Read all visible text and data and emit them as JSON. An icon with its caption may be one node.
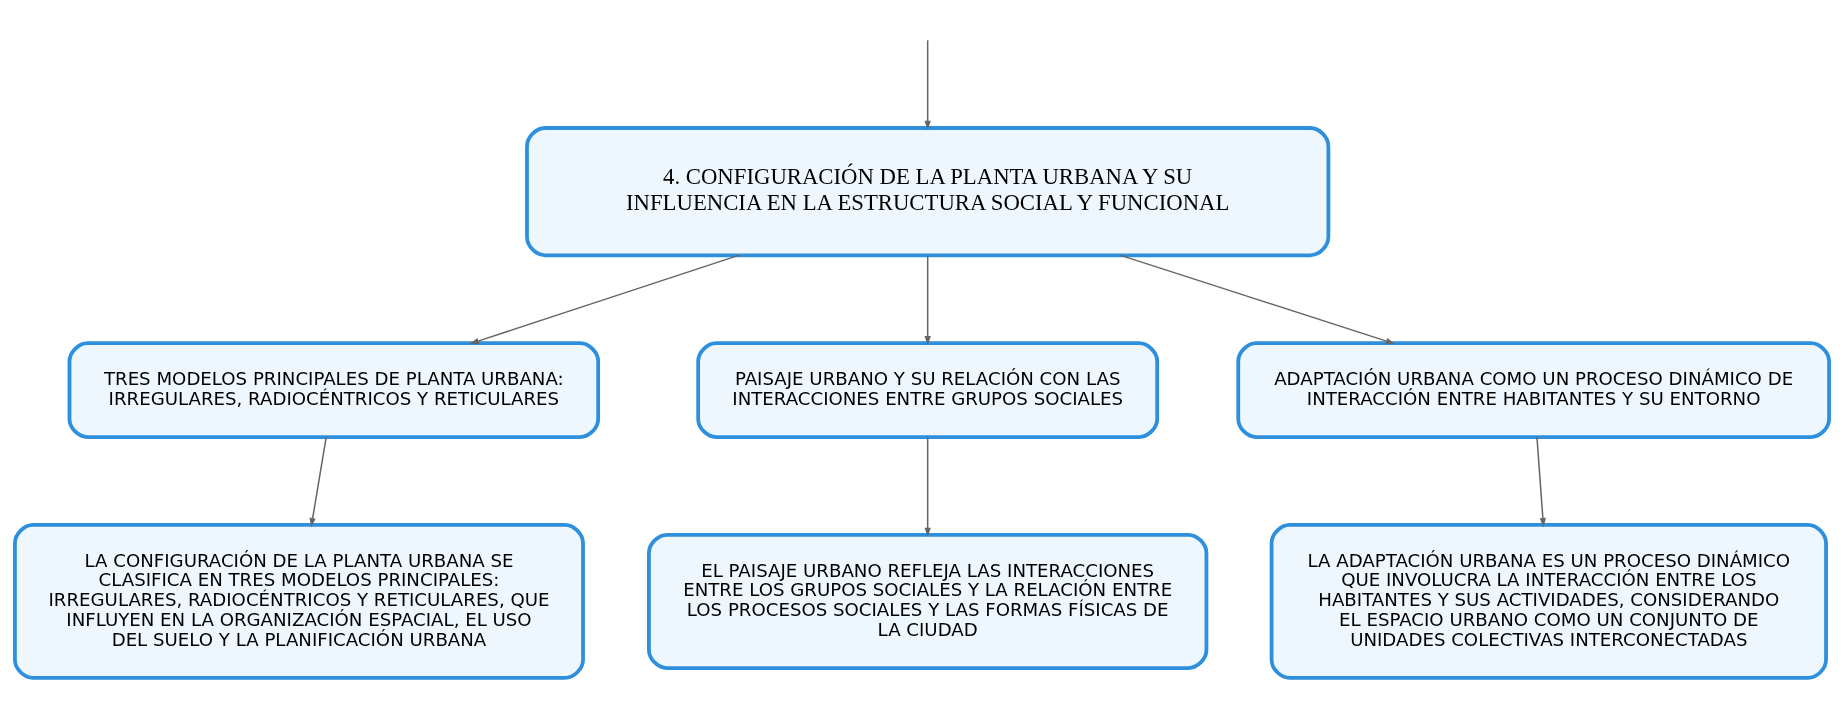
{
  "diagram": {
    "nodes": [
      {
        "text": [
          "4. CONFIGURACIÓN DE LA PLANTA URBANA Y SU INFLUENCIA EN LA ESTRUCTURA SOCIAL Y FUNCIONAL"
        ]
      },
      {
        "text": [
          "TRES MODELOS PRINCIPALES DE PLANTA URBANA: IRREGULARES, RADIOCÉNTRICOS Y RETICULARES"
        ]
      },
      {
        "text": [
          "PAISAJE URBANO Y SU RELACIÓN CON LAS INTERACCIONES ENTRE GRUPOS SOCIALES"
        ]
      },
      {
        "text": [
          "ADAPTACIÓN URBANA COMO UN PROCESO DINÁMICO DE INTERACCIÓN ENTRE HABITANTES Y SU ENTORNO"
        ]
      },
      {
        "text": [
          "LA CONFIGURACIÓN DE LA PLANTA URBANA SE CLASIFICA EN TRES MODELOS PRINCIPALES: IRREGULARES, RADIOCÉNTRICOS Y RETICULARES, QUE INFLUYEN EN LA ORGANIZACIÓN ESPACIAL, EL USO DEL SUELO Y LA PLANIFICACIÓN URBANA"
        ]
      },
      {
        "text": [
          "EL PAISAJE URBANO REFLEJA LAS INTERACCIONES ENTRE LOS GRUPOS SOCIALES Y LA RELACIÓN ENTRE LOS PROCESOS SOCIALES Y LAS FORMAS FÍSICAS DE LA CIUDAD"
        ]
      },
      {
        "text": [
          "LA ADAPTACIÓN URBANA ES UN PROCESO DINÁMICO QUE INVOLUCRA LA INTERACCIÓN ENTRE LOS HABITANTES Y SUS ACTIVIDADES, CONSIDERANDO EL ESPACIO URBANO COMO UN CONJUNTO DE UNIDADES COLECTIVAS INTERCONECTADAS"
        ]
      }
    ],
    "edges": [
      {
        "from": null,
        "to": 0,
        "arrow": "to"
      },
      {
        "from": 0,
        "to": 1,
        "arrow": "to"
      },
      {
        "from": 0,
        "to": 2,
        "arrow": "to"
      },
      {
        "from": 0,
        "to": 3,
        "arrow": "to"
      },
      {
        "from": 1,
        "to": 4,
        "arrow": "to"
      },
      {
        "from": 2,
        "to": 5,
        "arrow": "to"
      },
      {
        "from": 3,
        "to": 6,
        "arrow": "to"
      }
    ]
  }
}
